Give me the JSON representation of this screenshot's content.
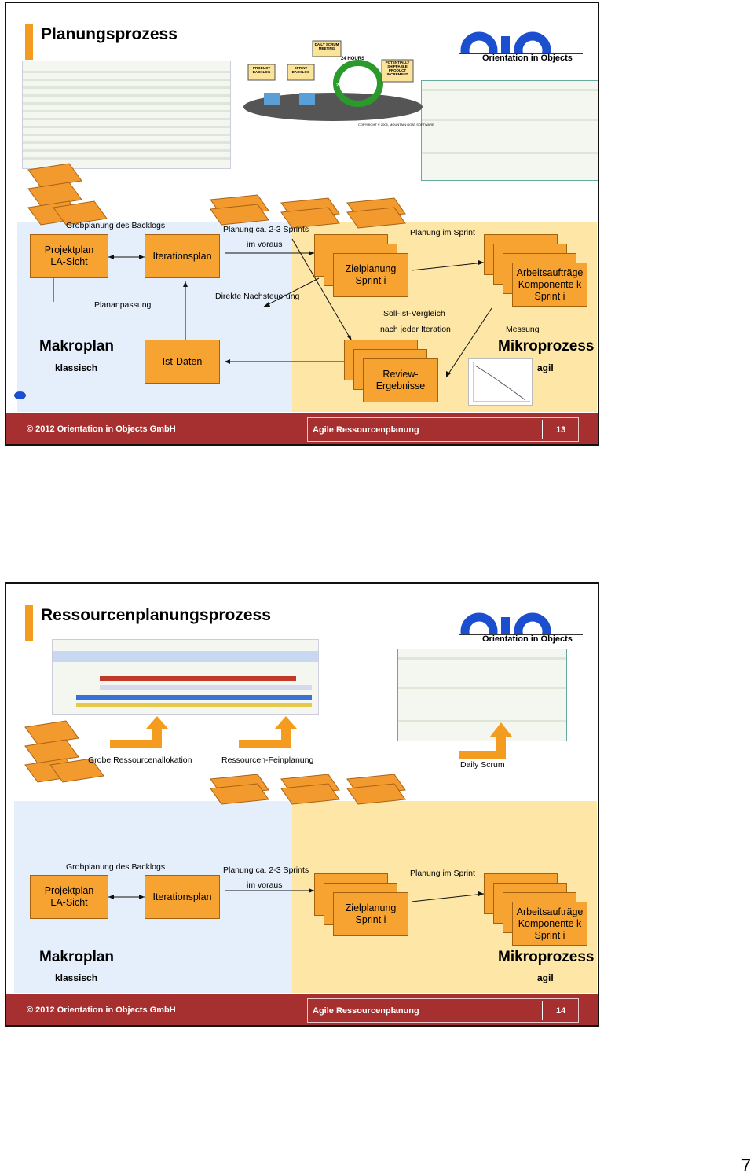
{
  "slides": [
    {
      "title": "Planungsprozess",
      "logo_text": "Orientation in Objects",
      "scrum_labels": [
        "DAILY SCRUM MEETING",
        "24 HOURS",
        "PRODUCT BACKLOG",
        "SPRINT BACKLOG",
        "2-4 WEEKS",
        "POTENTIALLY SHIPPABLE PRODUCT INCREMENT",
        "COPYRIGHT © 2005, MOUNTAIN GOAT SOFTWARE"
      ],
      "grobplanung": "Grobplanung des Backlogs",
      "projektplan": [
        "Projektplan",
        "LA-Sicht"
      ],
      "iterationsplan": "Iterationsplan",
      "planung_ca": "Planung ca. 2-3 Sprints",
      "im_voraus": "im voraus",
      "planung_im_sprint": "Planung  im Sprint",
      "zielplanung": [
        "Zielplanung",
        "Sprint i"
      ],
      "arbeitsauftraege": [
        "Arbeitsaufträge",
        "Komponente k",
        "Sprint i"
      ],
      "plananpassung": "Plananpassung",
      "direkte": "Direkte Nachsteuerung",
      "soll_ist": "Soll-Ist-Vergleich",
      "nach_jeder": "nach jeder Iteration",
      "messung": "Messung",
      "makroplan": "Makroplan",
      "klassisch": "klassisch",
      "ist_daten": "Ist-Daten",
      "review": [
        "Review-",
        "Ergebnisse"
      ],
      "mikroprozess": "Mikroprozess",
      "agil": "agil",
      "footer_copy": "© 2012 Orientation in Objects GmbH",
      "footer_title": "Agile Ressourcenplanung",
      "footer_num": "13"
    },
    {
      "title": "Ressourcenplanungsprozess",
      "logo_text": "Orientation in Objects",
      "grobe": "Grobe Ressourcenallokation",
      "feinplanung": "Ressourcen-Feinplanung",
      "daily": "Daily Scrum",
      "grobplanung": "Grobplanung des Backlogs",
      "projektplan": [
        "Projektplan",
        "LA-Sicht"
      ],
      "iterationsplan": "Iterationsplan",
      "planung_ca": "Planung ca. 2-3 Sprints",
      "im_voraus": "im voraus",
      "planung_im_sprint": "Planung  im Sprint",
      "zielplanung": [
        "Zielplanung",
        "Sprint i"
      ],
      "arbeitsauftraege": [
        "Arbeitsaufträge",
        "Komponente k",
        "Sprint i"
      ],
      "makroplan": "Makroplan",
      "klassisch": "klassisch",
      "mikroprozess": "Mikroprozess",
      "agil": "agil",
      "footer_copy": "© 2012 Orientation in Objects GmbH",
      "footer_title": "Agile Ressourcenplanung",
      "footer_num": "14"
    }
  ],
  "page_number": "7",
  "colors": {
    "orange": "#f7a331",
    "footer_red": "#a6302f",
    "accent": "#f39c20",
    "logo_blue": "#1b4fd0"
  }
}
